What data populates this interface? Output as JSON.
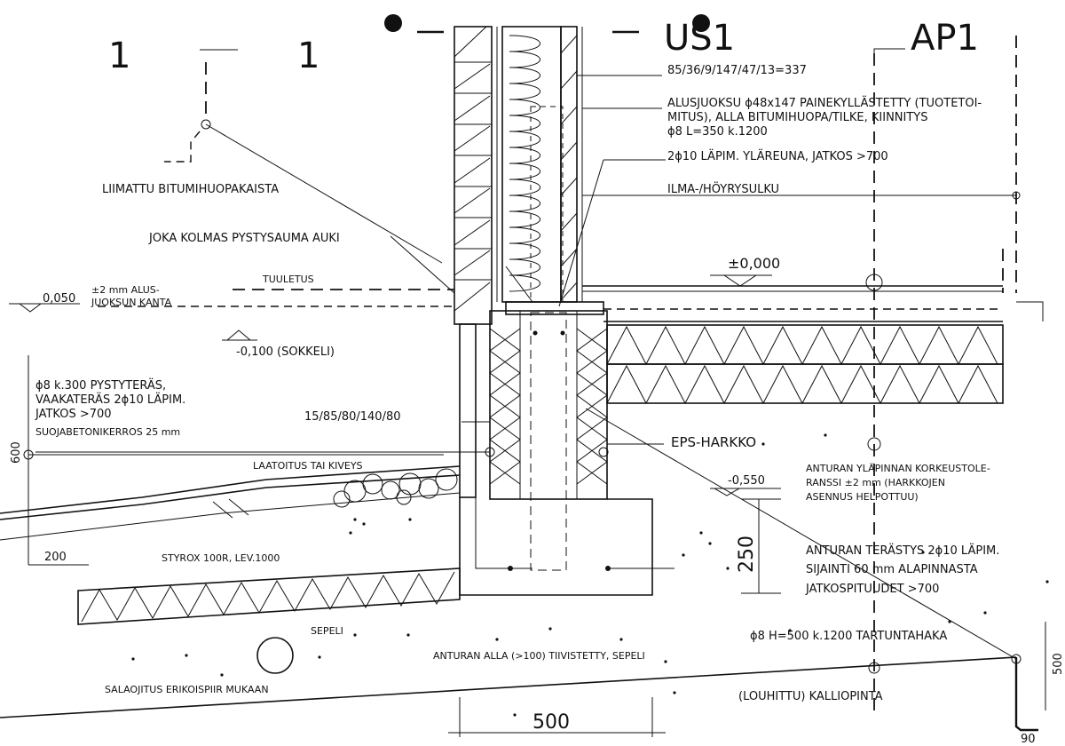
{
  "section": {
    "title_left": "1",
    "title_dash": "—",
    "title_right": "1",
    "wall_tag": "US1",
    "floor_tag": "AP1"
  },
  "labels": {
    "wall_layers": "85/36/9/147/47/13=337",
    "sill_1": "ALUSJUOKSU ϕ48x147 PAINEKYLLÄSTETTY (TUOTETOI-",
    "sill_2": "MITUS), ALLA BITUMIHUOPA/TILKE, KIINNITYS",
    "sill_3": "ϕ8 L=350 k.1200",
    "rebar_top": "2ϕ10 LÄPIM. YLÄREUNA, JATKOS >700",
    "vapour_barrier": "ILMA-/HÖYRYSULKU",
    "glued_strip": "LIIMATTU BITUMIHUOPAKAISTA",
    "vent_joints": "JOKA KOLMAS PYSTYSAUMA AUKI",
    "ventilation": "TUULETUS",
    "level_zero": "±0,000",
    "level_sill_value": "0,050",
    "level_sill_note_1": "±2 mm ALUS-",
    "level_sill_note_2": "JUOKSUN KANTA",
    "level_plinth": "-0,100 (SOKKELI)",
    "rebar_wall_1": "ϕ8 k.300 PYSTYTERÄS,",
    "rebar_wall_2": "VAAKATERÄS 2ϕ10 LÄPIM.",
    "rebar_wall_3": "JATKOS >700",
    "cover_layer": "SUOJABETONIKERROS 25 mm",
    "block_dims": "15/85/80/140/80",
    "eps_block": "EPS-HARKKO",
    "paving": "LAATOITUS TAI KIVEYS",
    "level_footing": "-0,550",
    "footing_tol_1": "ANTURAN YLÄPINNAN KORKEUSTOLE-",
    "footing_tol_2": "RANSSI ±2 mm (HARKKOJEN",
    "footing_tol_3": "ASENNUS HELPOTTUU)",
    "dim_600": "600",
    "dim_200": "200",
    "dim_250": "250",
    "insulation": "STYROX 100R, LEV.1000",
    "footing_rebar_1": "ANTURAN TERÄSTYS 2ϕ10 LÄPIM.",
    "footing_rebar_2": "SIJAINTI 60 mm ALAPINNASTA",
    "footing_rebar_3": "JATKOSPITUUDET >700",
    "gravel": "SEPELI",
    "anchor": "ϕ8 H=500 k.1200 TARTUNTAHAKA",
    "under_footing": "ANTURAN ALLA (>100) TIIVISTETTY, SEPELI",
    "drain": "SALAOJITUS ERIKOISPIIR MUKAAN",
    "bedrock": "(LOUHITTU) KALLIOPINTA",
    "dim_500_bottom": "500",
    "dim_500_side": "500",
    "dim_90": "90"
  }
}
